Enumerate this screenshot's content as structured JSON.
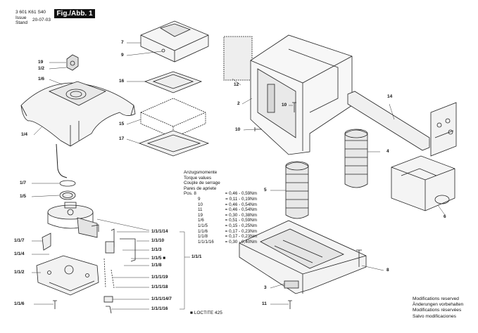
{
  "header": {
    "part_no": "3 601 K61 S40",
    "issue_label": "Issue",
    "stand_label": "Stand",
    "date": "20-07-03",
    "figure": "Fig./Abb. 1"
  },
  "labels": {
    "l19": "19",
    "l1_2": "1/2",
    "l1_6": "1/6",
    "l1_4": "1/4",
    "l1_7": "1/7",
    "l1_5": "1/5",
    "l1_1_7": "1/1/7",
    "l1_1_4": "1/1/4",
    "l1_1_2": "1/1/2",
    "l1_1_6": "1/1/6",
    "l7": "7",
    "l9": "9",
    "l16": "16",
    "l15": "15",
    "l17": "17",
    "l12": "12",
    "l2": "2",
    "l10a": "10",
    "l10b": "10",
    "l14": "14",
    "l4": "4",
    "l5": "5",
    "l6": "6",
    "l8": "8",
    "l3": "3",
    "l11": "11",
    "r1_1_1_14": "1/1/1/14",
    "r1_1_10": "1/1/10",
    "r1_1_3": "1/1/3",
    "r1_1_5": "1/1/5 ■",
    "r1_1_8": "1/1/8",
    "r1_1_1": "1/1/1",
    "r1_1_1_19": "1/1/1/19",
    "r1_1_1_18": "1/1/1/18",
    "r1_1_1_14_7": "1/1/1/14/7",
    "r1_1_1_16": "1/1/1/16"
  },
  "torque": {
    "titles": [
      "Anzugsmomente",
      "Torque values",
      "Couple de serrage",
      "Pares de apriete"
    ],
    "rows": [
      [
        "Pos.  8",
        "= 0,46 - 0,59Nm"
      ],
      [
        "9",
        "= 0,11 - 0,19Nm"
      ],
      [
        "10",
        "= 0,46 - 0,54Nm"
      ],
      [
        "11",
        "= 0,46 - 0,54Nm"
      ],
      [
        "19",
        "= 0,30 - 0,38Nm"
      ],
      [
        "1/6",
        "= 0,51 - 0,59Nm"
      ],
      [
        "1/1/5",
        "= 0,15 - 0,25Nm"
      ],
      [
        "1/1/6",
        "= 0,17 - 0,23Nm"
      ],
      [
        "1/1/8",
        "= 0,17 - 0,23Nm"
      ],
      [
        "1/1/1/16",
        "= 0,30 - 0,40Nm"
      ]
    ]
  },
  "legend": {
    "loctite": "■  LOCTITE 425"
  },
  "notes": [
    "Modifications reserved",
    "Änderungen vorbehalten",
    "Modifications réservées",
    "Salvo modificaciones"
  ]
}
